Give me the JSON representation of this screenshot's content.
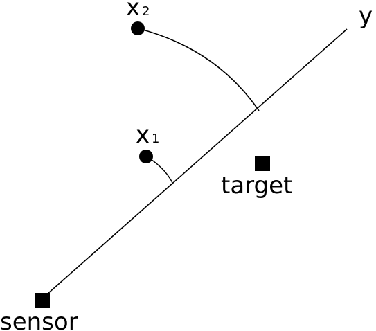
{
  "labels": {
    "y_axis": "y",
    "x1": "x",
    "x1_subscript": "1",
    "x2": "x",
    "x2_subscript": "2",
    "target": "target",
    "sensor": "sensor"
  },
  "colors": {
    "ink": "#000000",
    "background": "#ffffff"
  },
  "icons": {
    "target_marker": "black-square",
    "sensor_marker": "black-square",
    "point_marker": "black-circle"
  }
}
